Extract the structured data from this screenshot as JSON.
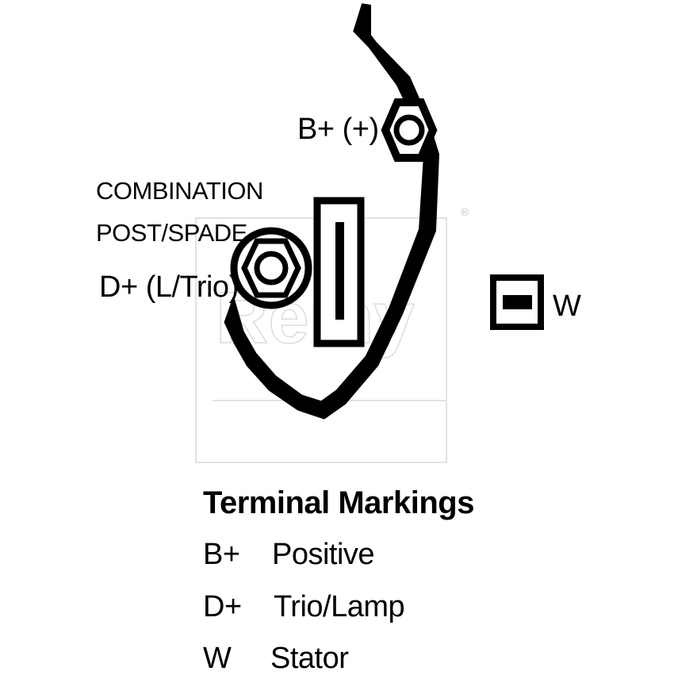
{
  "diagram": {
    "labels": {
      "b_plus": "B+ (+)",
      "combination_line1": "COMBINATION",
      "combination_line2": "POST/SPADE",
      "d_plus": "D+ (L/Trio)",
      "w": "W"
    },
    "watermark": {
      "text": "Remy",
      "registered_mark": "®"
    }
  },
  "legend": {
    "title": "Terminal Markings",
    "rows": [
      {
        "code": "B+",
        "meaning": "Positive"
      },
      {
        "code": "D+",
        "meaning": "Trio/Lamp"
      },
      {
        "code": "W",
        "meaning": "Stator"
      }
    ]
  }
}
